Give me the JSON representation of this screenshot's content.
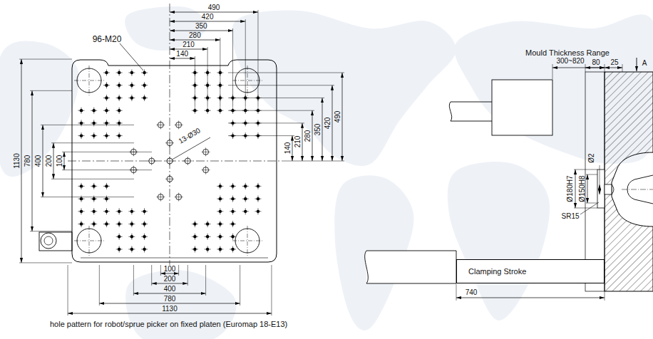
{
  "diagram": {
    "caption": "hole pattern for robot/sprue picker on fixed platen (Euromap 18-E13)",
    "nodes": [
      {
        "text": [
          "Clamping Stroke"
        ]
      }
    ],
    "labels": [
      "96-M20",
      "490",
      "420",
      "350",
      "280",
      "210",
      "140",
      "13-Ø30",
      "1130",
      "780",
      "400",
      "200",
      "100",
      "140",
      "210",
      "280",
      "350",
      "420",
      "490",
      "100",
      "200",
      "400",
      "780",
      "1130",
      "Mould Thickness Range",
      "300~820",
      "80",
      "25",
      "A",
      "Ø180H7",
      "Ø150H8",
      "Ø2",
      "SR15",
      "740"
    ]
  }
}
